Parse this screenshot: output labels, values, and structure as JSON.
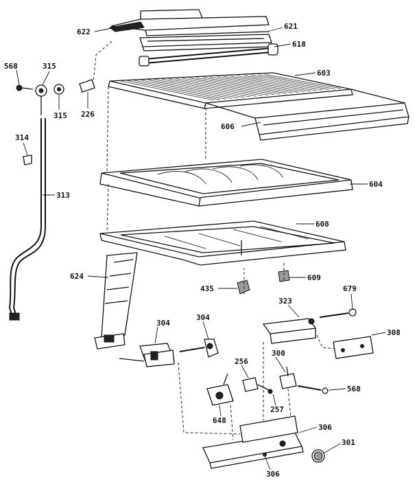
{
  "callouts": {
    "c622": "622",
    "c621": "621",
    "c618": "618",
    "c568a": "568",
    "c315a": "315",
    "c315b": "315",
    "c226": "226",
    "c603": "603",
    "c606": "606",
    "c314": "314",
    "c313": "313",
    "c604": "604",
    "c608": "608",
    "c624": "624",
    "c435": "435",
    "c609": "609",
    "c679": "679",
    "c323": "323",
    "c304a": "304",
    "c304b": "304",
    "c308": "308",
    "c256": "256",
    "c300": "300",
    "c568b": "568",
    "c257": "257",
    "c648": "648",
    "c306a": "306",
    "c301": "301",
    "c306b": "306"
  }
}
